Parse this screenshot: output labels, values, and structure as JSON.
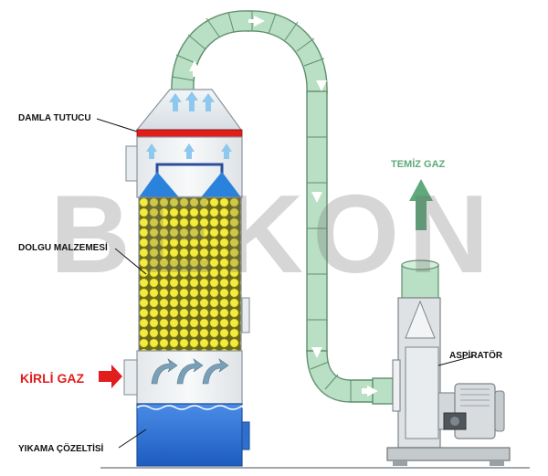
{
  "labels": {
    "droplet_catcher": "DAMLA TUTUCU",
    "packing_material": "DOLGU MALZEMESİ",
    "dirty_gas": "KİRLİ GAZ",
    "washing_solution": "YIKAMA ÇÖZELTİSİ",
    "clean_gas": "TEMİZ GAZ",
    "exhaust_fan": "ASPİRATÖR"
  },
  "watermark": "BEKON",
  "colors": {
    "duct_green": "#b9dfc4",
    "duct_stroke": "#5f8f6e",
    "arrow_blue": "#8ec8ee",
    "packing_yellow": "#f4ec3c",
    "mist_red": "#e21b1b",
    "liquid_blue": "#2a6fd4",
    "dirty_gas_red": "#e11d1d",
    "clean_gas_green": "#5fa97a",
    "machine_grey": "#d9dcde"
  }
}
